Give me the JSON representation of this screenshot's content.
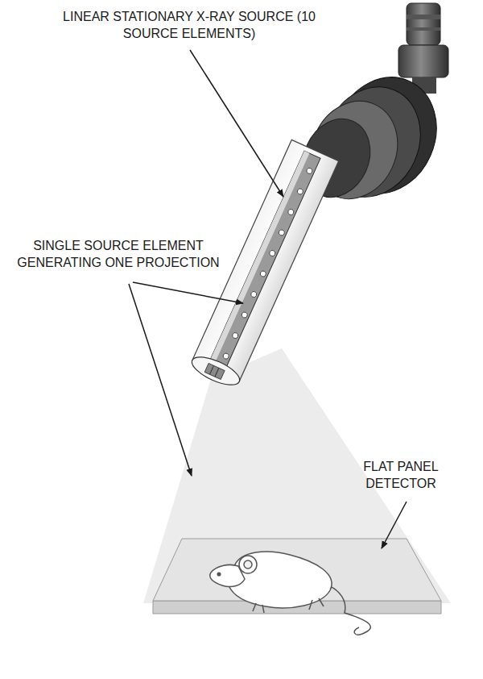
{
  "diagram": {
    "labels": [
      "LINEAR STATIONARY X-RAY SOURCE (10 SOURCE ELEMENTS)",
      "SINGLE SOURCE ELEMENT GENERATING ONE PROJECTION",
      "FLAT PANEL DETECTOR"
    ]
  }
}
